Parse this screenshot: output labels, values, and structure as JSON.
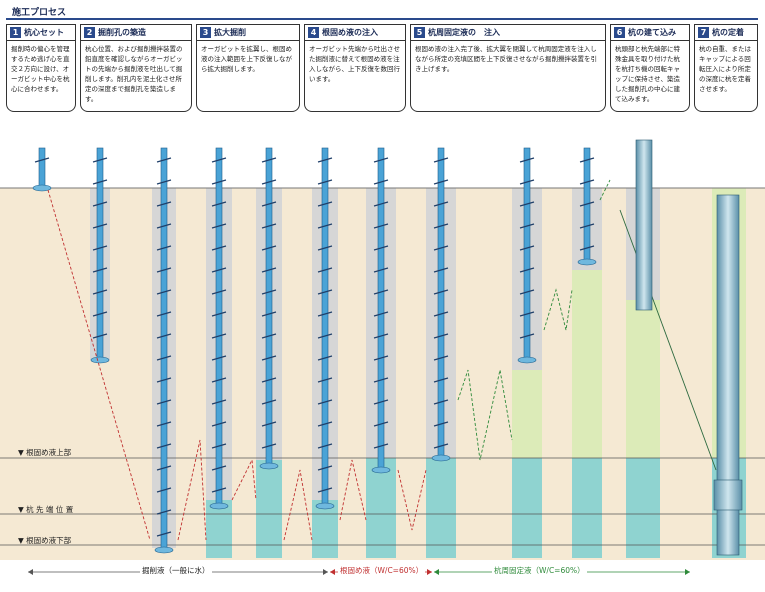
{
  "header": {
    "title": "施工プロセス"
  },
  "steps": [
    {
      "num": "1",
      "title": "杭心セット",
      "text": "掘削時の偏心を管理するため逃げ心を直交２方向に設け、オーガビット中心を杭心に合わせます。"
    },
    {
      "num": "2",
      "title": "掘削孔の築造",
      "text": "杭心位置、および掘削攪拌装置の鉛直度を確認しながらオーガビットの先端から掘削液を吐出して掘削します。削孔内を泥土化させ所定の深度まで掘削孔を築造します。"
    },
    {
      "num": "3",
      "title": "拡大掘削",
      "text": "オーガビットを拡翼し、根固め液の注入範囲を上下反復しながら拡大掘削します。"
    },
    {
      "num": "4",
      "title": "根固め液の注入",
      "text": "オーガビット先端から吐出させた掘削液に替えて根固め液を注入しながら、上下反復を数回行います。"
    },
    {
      "num": "5",
      "title": "杭周固定液の　注入",
      "text": "根固め液の注入完了後、拡大翼を閉翼して杭周固定液を注入しながら所定の充填区間を上下反復させながら掘削攪拌装置を引き上げます。"
    },
    {
      "num": "6",
      "title": "杭の建て込み",
      "text": "杭頭部と杭先端部に特殊金具を取り付けた杭を杭打ち機の回転キャップに保持させ、築造した掘削孔の中心に建て込みます。"
    },
    {
      "num": "7",
      "title": "杭の定着",
      "text": "杭の自重、またはキャップによる回転圧入により所定の深度に杭を定着させます。"
    }
  ],
  "levels": {
    "upper": "▼ 根固め液上部",
    "tip": "▼ 杭 先 端 位 置",
    "lower": "▼ 根固め液下部"
  },
  "legend": {
    "drill": "掘削液（一般に水）",
    "root": "根固め液（W/C=60%）",
    "fix": "杭周固定液（W/C=60%）"
  },
  "colors": {
    "ground": "#f5e9d3",
    "hole": "#d6d6d6",
    "root": "#8fd3d0",
    "fix": "#dcebb8",
    "accent": "#2a4a8c"
  }
}
